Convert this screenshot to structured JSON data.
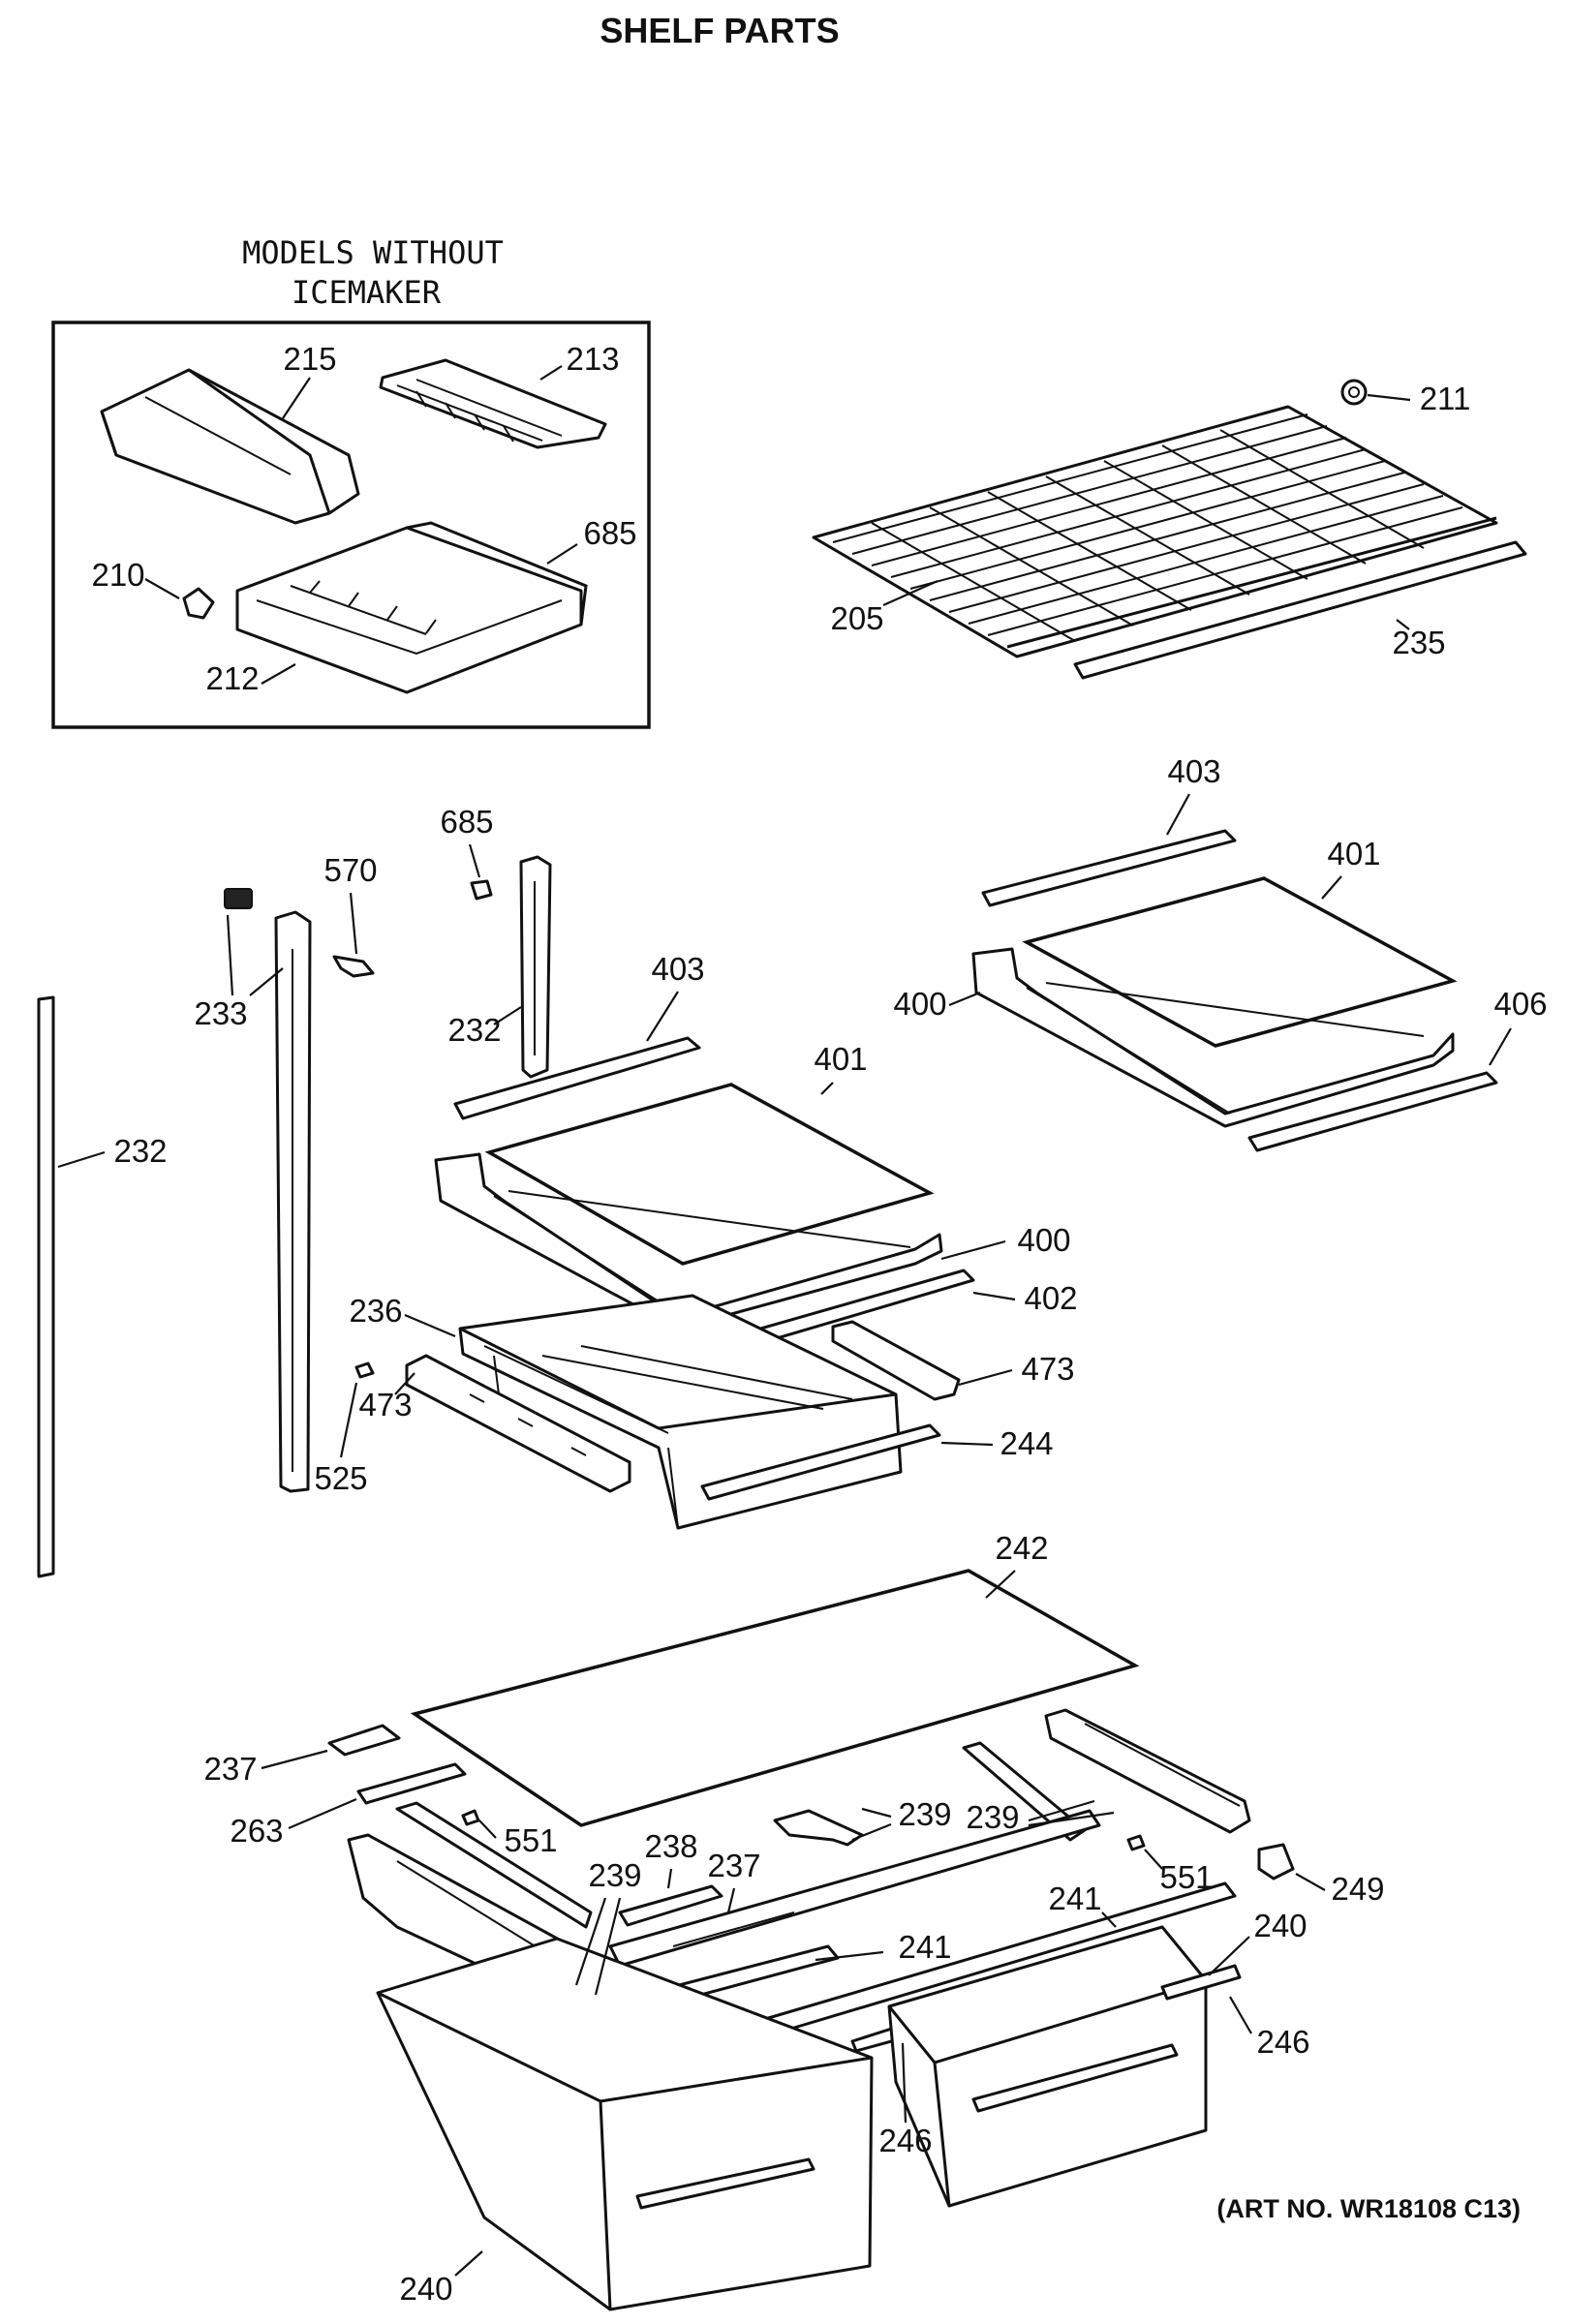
{
  "title": "SHELF PARTS",
  "inset_caption_line1": "MODELS WITHOUT",
  "inset_caption_line2": "ICEMAKER",
  "art_number": "(ART NO. WR18108 C13)",
  "callouts": {
    "c215": "215",
    "c213": "213",
    "c685a": "685",
    "c210": "210",
    "c212": "212",
    "c211": "211",
    "c205": "205",
    "c235": "235",
    "c403a": "403",
    "c401a": "401",
    "c400a": "400",
    "c406": "406",
    "c685b": "685",
    "c570": "570",
    "c233": "233",
    "c232a": "232",
    "c232b": "232",
    "c403b": "403",
    "c401b": "401",
    "c400b": "400",
    "c402": "402",
    "c236": "236",
    "c473a": "473",
    "c473b": "473",
    "c525": "525",
    "c244": "244",
    "c242": "242",
    "c237a": "237",
    "c263": "263",
    "c551a": "551",
    "c239a": "239",
    "c239b": "239",
    "c239c": "239",
    "c238": "238",
    "c237b": "237",
    "c551b": "551",
    "c249": "249",
    "c241a": "241",
    "c241b": "241",
    "c240a": "240",
    "c240b": "240",
    "c246a": "246",
    "c246b": "246"
  }
}
